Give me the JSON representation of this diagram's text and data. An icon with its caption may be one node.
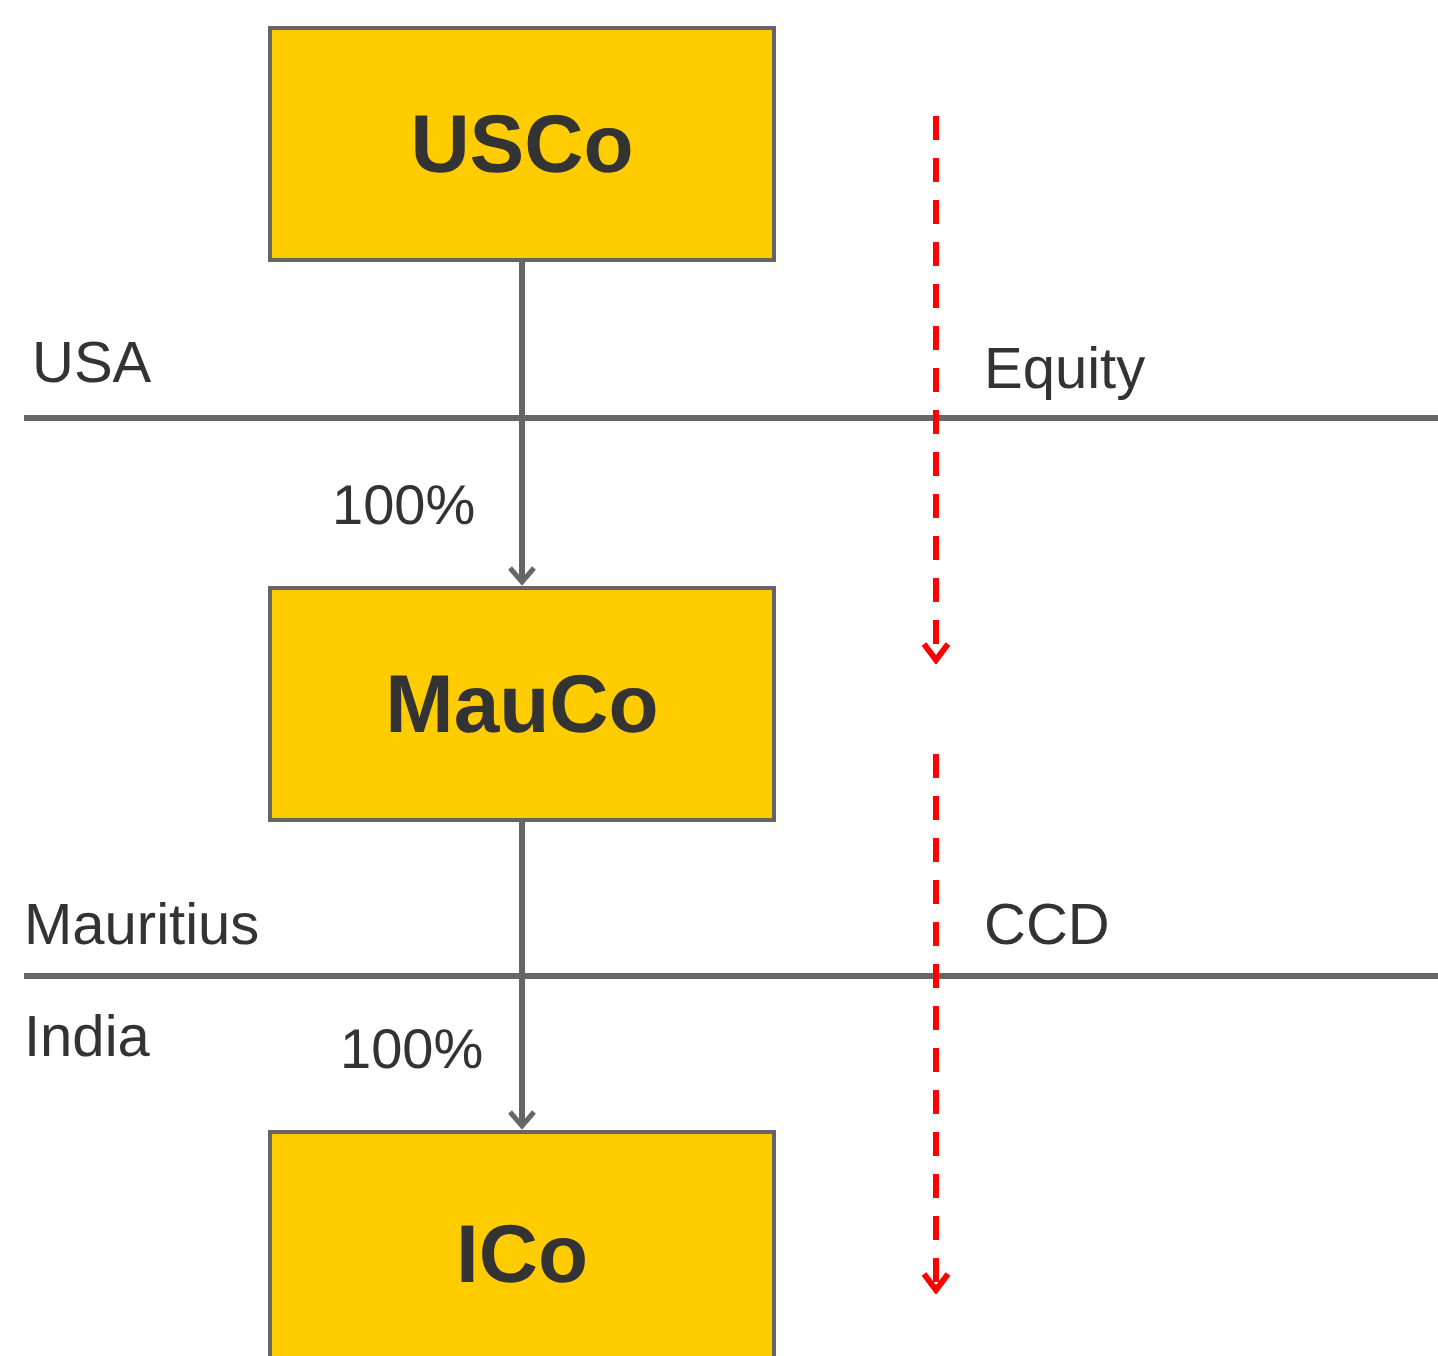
{
  "diagram": {
    "nodes": [
      {
        "text": [
          "USCo"
        ]
      },
      {
        "text": [
          "MauCo"
        ]
      },
      {
        "text": [
          "ICo"
        ]
      }
    ],
    "edges": [
      {
        "from": 0,
        "to": 1,
        "arrow": "to",
        "label": "100%"
      },
      {
        "from": 1,
        "to": 2,
        "arrow": "to",
        "label": "100%"
      }
    ],
    "labels": [
      "USA",
      "Equity",
      "Mauritius",
      "CCD",
      "India"
    ]
  }
}
